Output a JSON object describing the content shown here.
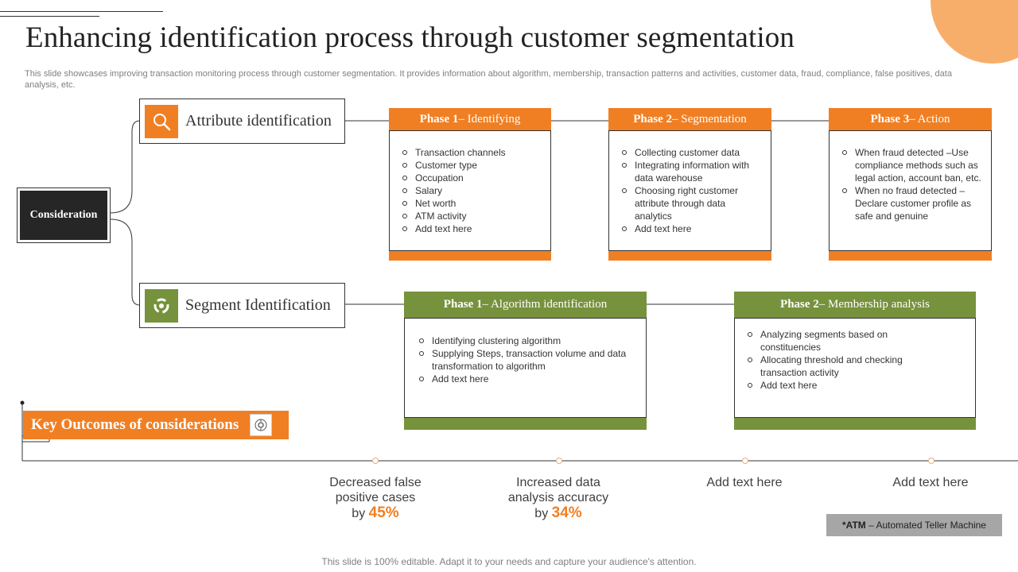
{
  "title": "Enhancing identification process through customer segmentation",
  "subtitle": "This slide showcases improving transaction monitoring process through customer segmentation. It provides information about algorithm, membership, transaction patterns and activities, customer data, fraud, compliance, false positives, data analysis, etc.",
  "consideration": "Consideration",
  "attribute": {
    "label": "Attribute identification",
    "icon": "search-icon",
    "phases": [
      {
        "head_bold": "Phase 1",
        "head_rest": " – Identifying",
        "items": [
          "Transaction channels",
          "Customer type",
          "Occupation",
          "Salary",
          "Net worth",
          "ATM activity",
          "Add text here"
        ]
      },
      {
        "head_bold": "Phase 2",
        "head_rest": " – Segmentation",
        "items": [
          "Collecting customer data",
          "Integrating information with data warehouse",
          "Choosing right customer attribute through data analytics",
          "Add text here"
        ]
      },
      {
        "head_bold": "Phase 3",
        "head_rest": " – Action",
        "items": [
          "When fraud detected –Use compliance methods such as legal action, account ban, etc.",
          "When no fraud detected – Declare customer profile as safe and genuine"
        ]
      }
    ]
  },
  "segment": {
    "label": "Segment Identification",
    "icon": "recycle-icon",
    "phases": [
      {
        "head_bold": "Phase 1",
        "head_rest": " – Algorithm identification",
        "items": [
          "Identifying clustering algorithm",
          "Supplying Steps, transaction volume and data transformation to algorithm",
          "Add text here"
        ]
      },
      {
        "head_bold": "Phase 2",
        "head_rest": " – Membership analysis",
        "items": [
          "Analyzing segments based on constituencies",
          "Allocating threshold and checking transaction activity",
          "Add text here"
        ]
      }
    ]
  },
  "key_outcomes": {
    "label": "Key Outcomes of considerations",
    "icon": "settings-badge-icon",
    "items": [
      {
        "text": "Decreased false positive cases",
        "by": "by",
        "pct": "45%"
      },
      {
        "text": "Increased data analysis accuracy",
        "by": "by",
        "pct": "34%"
      },
      {
        "text": "Add text here"
      },
      {
        "text": "Add text here"
      }
    ]
  },
  "atm_note": {
    "bold": "*ATM",
    "rest": " – Automated Teller Machine"
  },
  "footer": "This slide is 100% editable. Adapt it to your needs and capture your audience's attention.",
  "colors": {
    "orange": "#f07f23",
    "green": "#76923c",
    "dark": "#262626"
  }
}
